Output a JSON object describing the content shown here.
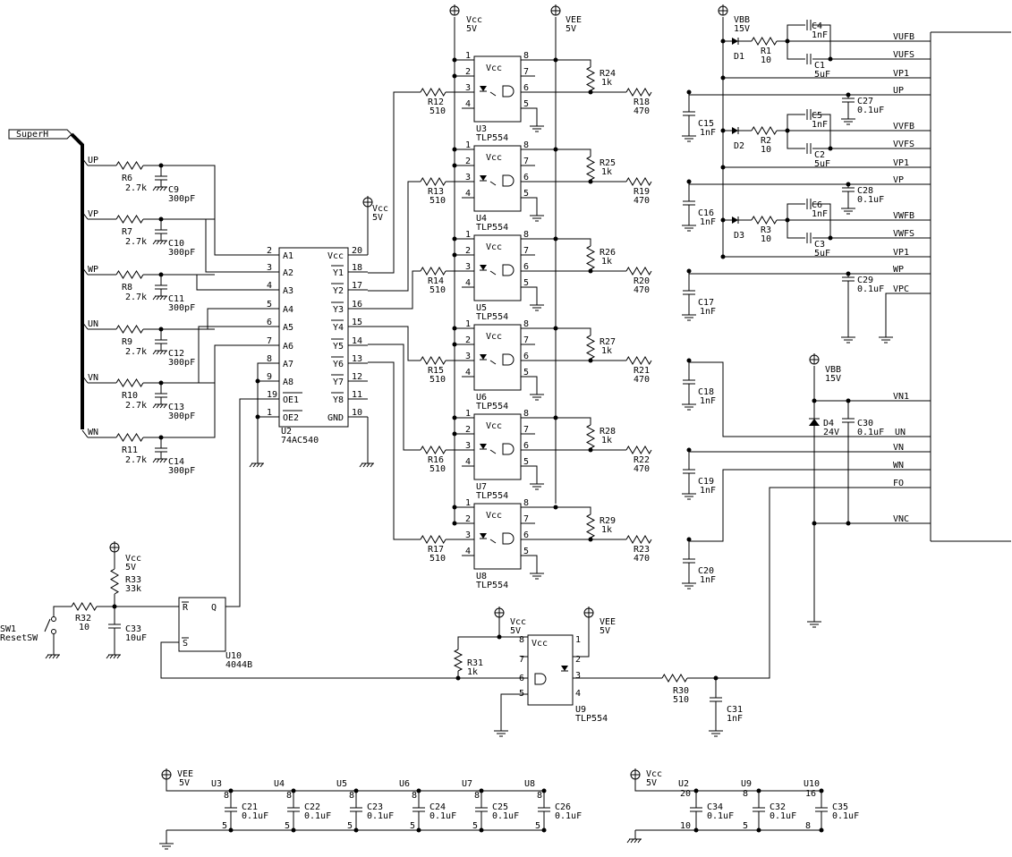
{
  "global": {
    "superh": "SuperH",
    "vcc": "Vcc",
    "v5": "5V",
    "vee": "VEE",
    "vbb": "VBB",
    "v15": "15V"
  },
  "rc_filters": [
    {
      "sig": "UP",
      "r": "R6",
      "rv": "2.7k",
      "c": "C9",
      "cv": "300pF"
    },
    {
      "sig": "VP",
      "r": "R7",
      "rv": "2.7k",
      "c": "C10",
      "cv": "300pF"
    },
    {
      "sig": "WP",
      "r": "R8",
      "rv": "2.7k",
      "c": "C11",
      "cv": "300pF"
    },
    {
      "sig": "UN",
      "r": "R9",
      "rv": "2.7k",
      "c": "C12",
      "cv": "300pF"
    },
    {
      "sig": "VN",
      "r": "R10",
      "rv": "2.7k",
      "c": "C13",
      "cv": "300pF"
    },
    {
      "sig": "WN",
      "r": "R11",
      "rv": "2.7k",
      "c": "C14",
      "cv": "300pF"
    }
  ],
  "buffer": {
    "ref": "U2",
    "part": "74AC540",
    "left": [
      {
        "pin": "2",
        "name": "A1"
      },
      {
        "pin": "3",
        "name": "A2"
      },
      {
        "pin": "4",
        "name": "A3"
      },
      {
        "pin": "5",
        "name": "A4"
      },
      {
        "pin": "6",
        "name": "A5"
      },
      {
        "pin": "7",
        "name": "A6"
      },
      {
        "pin": "8",
        "name": "A7"
      },
      {
        "pin": "9",
        "name": "A8"
      },
      {
        "pin": "19",
        "name": "OE1"
      },
      {
        "pin": "1",
        "name": "OE2"
      }
    ],
    "right": [
      {
        "pin": "20",
        "name": "Vcc"
      },
      {
        "pin": "18",
        "name": "Y1"
      },
      {
        "pin": "17",
        "name": "Y2"
      },
      {
        "pin": "16",
        "name": "Y3"
      },
      {
        "pin": "15",
        "name": "Y4"
      },
      {
        "pin": "14",
        "name": "Y5"
      },
      {
        "pin": "13",
        "name": "Y6"
      },
      {
        "pin": "12",
        "name": "Y7"
      },
      {
        "pin": "11",
        "name": "Y8"
      },
      {
        "pin": "10",
        "name": "GND"
      }
    ]
  },
  "opto_chain": [
    {
      "rin": "R12",
      "rinv": "510",
      "u": "U3",
      "part": "TLP554",
      "rpu": "R24",
      "rpuv": "1k",
      "rout": "R18",
      "routv": "470",
      "c": "C15",
      "cv": "1nF"
    },
    {
      "rin": "R13",
      "rinv": "510",
      "u": "U4",
      "part": "TLP554",
      "rpu": "R25",
      "rpuv": "1k",
      "rout": "R19",
      "routv": "470",
      "c": "C16",
      "cv": "1nF"
    },
    {
      "rin": "R14",
      "rinv": "510",
      "u": "U5",
      "part": "TLP554",
      "rpu": "R26",
      "rpuv": "1k",
      "rout": "R20",
      "routv": "470",
      "c": "C17",
      "cv": "1nF"
    },
    {
      "rin": "R15",
      "rinv": "510",
      "u": "U6",
      "part": "TLP554",
      "rpu": "R27",
      "rpuv": "1k",
      "rout": "R21",
      "routv": "470",
      "c": "C18",
      "cv": "1nF"
    },
    {
      "rin": "R16",
      "rinv": "510",
      "u": "U7",
      "part": "TLP554",
      "rpu": "R28",
      "rpuv": "1k",
      "rout": "R22",
      "routv": "470",
      "c": "C19",
      "cv": "1nF"
    },
    {
      "rin": "R17",
      "rinv": "510",
      "u": "U8",
      "part": "TLP554",
      "rpu": "R29",
      "rpuv": "1k",
      "rout": "R23",
      "routv": "470",
      "c": "C20",
      "cv": "1nF"
    }
  ],
  "opto_pins": [
    "1",
    "2",
    "3",
    "4",
    "8",
    "7",
    "6",
    "5"
  ],
  "bootstrap": [
    {
      "d": "D1",
      "r": "R1",
      "rv": "10",
      "c1": "C4",
      "c1v": "1nF",
      "c2": "C1",
      "c2v": "5uF",
      "fb": "VUFB",
      "fs": "VUFS",
      "vp1": "VP1",
      "sig": "UP",
      "cb": "C27",
      "cbv": "0.1uF"
    },
    {
      "d": "D2",
      "r": "R2",
      "rv": "10",
      "c1": "C5",
      "c1v": "1nF",
      "c2": "C2",
      "c2v": "5uF",
      "fb": "VVFB",
      "fs": "VVFS",
      "vp1": "VP1",
      "sig": "VP",
      "cb": "C28",
      "cbv": "0.1uF"
    },
    {
      "d": "D3",
      "r": "R3",
      "rv": "10",
      "c1": "C6",
      "c1v": "1nF",
      "c2": "C3",
      "c2v": "5uF",
      "fb": "VWFB",
      "fs": "VWFS",
      "vp1": "VP1",
      "sig": "WP",
      "cb": "C29",
      "cbv": "0.1uF"
    }
  ],
  "module": {
    "vpc": "VPC",
    "vn1": "VN1",
    "un": "UN",
    "vn": "VN",
    "wn": "WN",
    "fo": "FO",
    "vnc": "VNC",
    "c30": "C30",
    "c30v": "0.1uF",
    "d4": "D4",
    "d4v": "24V"
  },
  "reset": {
    "sw": "SW1",
    "swname": "ResetSW",
    "r32": "R32",
    "r32v": "10",
    "r33": "R33",
    "r33v": "33k",
    "c33": "C33",
    "c33v": "10uF",
    "u10": "U10",
    "u10part": "4044B",
    "pr": "R",
    "ps": "S",
    "pq": "Q"
  },
  "fault": {
    "u9": "U9",
    "part": "TLP554",
    "r31": "R31",
    "r31v": "1k",
    "r30": "R30",
    "r30v": "510",
    "c31": "C31",
    "c31v": "1nF"
  },
  "decoupling_a": {
    "units": [
      "U3",
      "U4",
      "U5",
      "U6",
      "U7",
      "U8"
    ],
    "caps": [
      {
        "c": "C21",
        "v": "0.1uF"
      },
      {
        "c": "C22",
        "v": "0.1uF"
      },
      {
        "c": "C23",
        "v": "0.1uF"
      },
      {
        "c": "C24",
        "v": "0.1uF"
      },
      {
        "c": "C25",
        "v": "0.1uF"
      },
      {
        "c": "C26",
        "v": "0.1uF"
      }
    ],
    "top_pin": "8",
    "bot_pin": "5"
  },
  "decoupling_b": {
    "units": [
      {
        "u": "U2",
        "top": "20",
        "bot": "10"
      },
      {
        "u": "U9",
        "top": "8",
        "bot": "5"
      },
      {
        "u": "U10",
        "top": "16",
        "bot": "8"
      }
    ],
    "caps": [
      {
        "c": "C34",
        "v": "0.1uF"
      },
      {
        "c": "C32",
        "v": "0.1uF"
      },
      {
        "c": "C35",
        "v": "0.1uF"
      }
    ]
  }
}
